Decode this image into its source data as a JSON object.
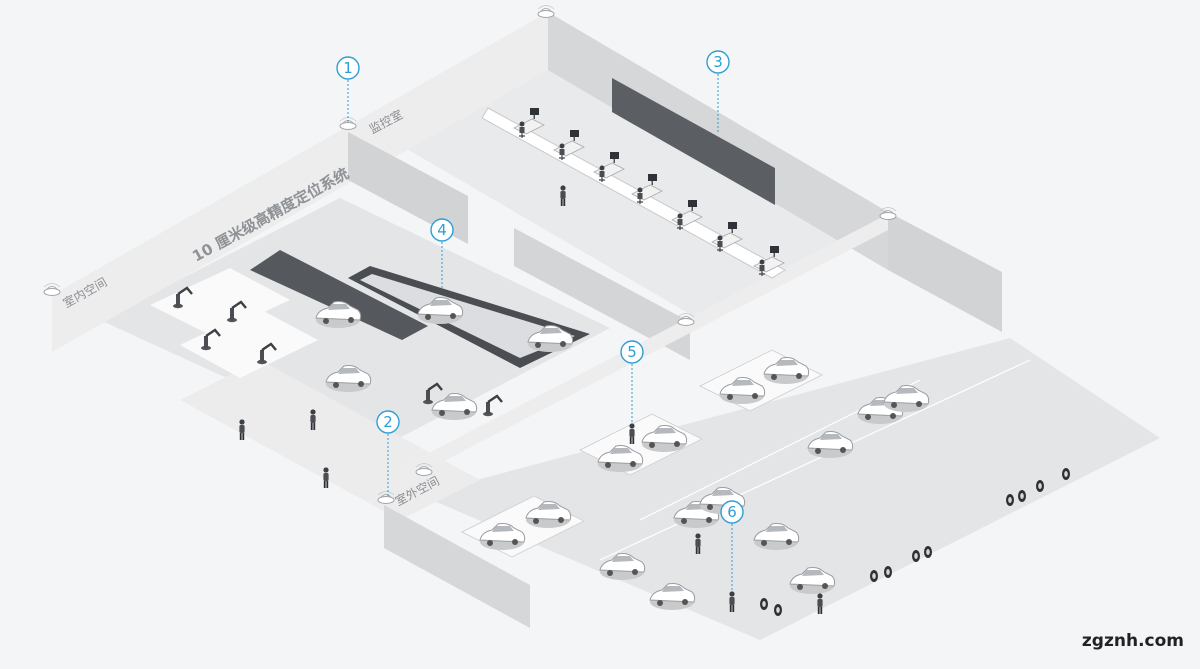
{
  "labels": {
    "system_title": "10 厘米级高精度定位系统",
    "monitor_room": "监控室",
    "indoor": "室内空间",
    "outdoor": "室外空间"
  },
  "markers": [
    "1",
    "2",
    "3",
    "4",
    "5",
    "6"
  ],
  "watermark": "zgznh.com",
  "colors": {
    "marker": "#2f9ed3",
    "wall_top": "#ededee",
    "wall_side": "#d4d5d7",
    "floor": "#e4e5e7",
    "pad": "#fafafa"
  },
  "icons": [
    "wifi-anchor-icon",
    "car-icon",
    "robot-arm-icon",
    "workstation-icon",
    "person-icon",
    "tire-stack-icon"
  ]
}
